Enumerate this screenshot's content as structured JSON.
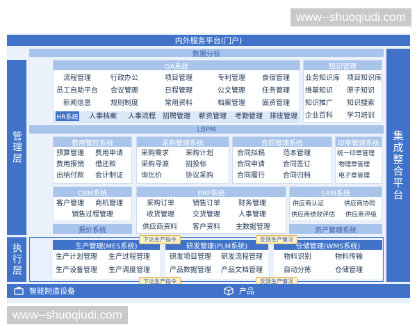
{
  "watermark": "www--shuoqiudi.com",
  "top_bar": "内外服务平台(门户)",
  "data_analysis": "数据分析",
  "lbpm": "LBPM",
  "left_management": "管理层",
  "left_execution": "执行层",
  "right_integration": "集成整合平台",
  "oa": {
    "title": "OA系统",
    "rows": [
      [
        "流程管理",
        "行政办公",
        "项目管理",
        "专利管理",
        "食宿管理"
      ],
      [
        "员工自助平台",
        "会议管理",
        "日程管理",
        "公文管理",
        "任务管理"
      ],
      [
        "新闻信息",
        "规则制度",
        "常用资料",
        "档案管理",
        "固资管理"
      ]
    ],
    "hr_tag": "HR系统",
    "hr_items": [
      "人事档案",
      "人事流程",
      "招聘管理",
      "薪资管理",
      "考勤管理",
      "排班管理"
    ]
  },
  "knowledge": {
    "title": "知识管理",
    "rows": [
      [
        "业务知识库",
        "项目知识库"
      ],
      [
        "维基知识",
        "原子知识"
      ],
      [
        "知识推广",
        "知识搜索"
      ],
      [
        "企业百科",
        "学习培训"
      ]
    ]
  },
  "expense": {
    "title": "费用管控系统",
    "rows": [
      [
        "预算管理",
        "费用申请"
      ],
      [
        "费用报销",
        "借还款"
      ],
      [
        "出纳付款",
        "会计制证"
      ]
    ]
  },
  "purchase": {
    "title": "采购管理系统",
    "rows": [
      [
        "采购需求",
        "采购计划"
      ],
      [
        "采购寻源",
        "招投标"
      ],
      [
        "询比价",
        "协议采购"
      ]
    ]
  },
  "contract": {
    "title": "合同管理系统",
    "rows": [
      [
        "合同拟稿",
        "范本管理"
      ],
      [
        "合同申请",
        "合同签订"
      ],
      [
        "合同履行",
        "合同归档"
      ]
    ]
  },
  "seal": {
    "title": "印章管理系统",
    "items": [
      "统一印章管理",
      "物理章管理",
      "电子章管理"
    ]
  },
  "crm": {
    "title": "CRM系统",
    "rows": [
      [
        "客户管理",
        "商机管理"
      ]
    ],
    "extra": "销售过程管理"
  },
  "erp": {
    "title": "ERP系统",
    "rows": [
      [
        "采购订单",
        "销售订单",
        "财务管理"
      ],
      [
        "收货管理",
        "交货管理",
        "人事管理"
      ],
      [
        "供应商资料",
        "客户资料",
        "主数据管理"
      ]
    ]
  },
  "srm": {
    "title": "SRM系统",
    "rows": [
      [
        "供应商认证",
        "供应商协同"
      ],
      [
        "供应商绩效评估",
        "供应商评级"
      ]
    ]
  },
  "report": "报价系统",
  "asset": "资产管理系统",
  "mes": {
    "title": "生产管理(MES系统)",
    "rows": [
      [
        "生产计划管理",
        "生产过程管理"
      ],
      [
        "生产设备管理",
        "生产调度管理"
      ]
    ]
  },
  "plm": {
    "title": "研发管理(PLM系统)",
    "rows": [
      [
        "研发项目管理",
        "研发流程管理"
      ],
      [
        "产品数据管理",
        "产品文档管理"
      ]
    ]
  },
  "wms": {
    "title": "仓储管理(WMS系统)",
    "rows": [
      [
        "物料识别",
        "物料传输"
      ],
      [
        "自动分拣",
        "仓储管理"
      ]
    ]
  },
  "arrows": {
    "down_top": "下达生产指令",
    "feedback_top": "反馈生产情况",
    "down_bottom": "下达生产指令",
    "feedback_bottom": "反馈生产情况"
  },
  "bottom": {
    "left": "智能制造设备",
    "right": "产品"
  },
  "colors": {
    "primary": "#3f72c8",
    "light": "#a8c4ea",
    "panel_bg": "#e8f0fb",
    "pill_bg": "#fff2c8"
  }
}
